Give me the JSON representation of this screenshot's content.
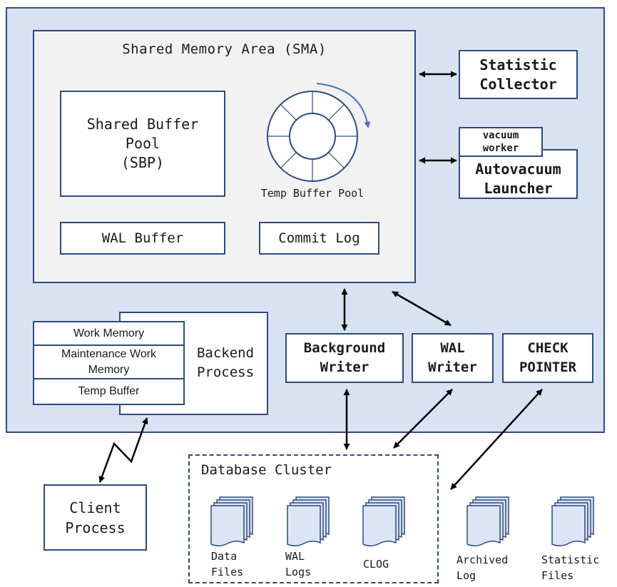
{
  "sma": {
    "title": "Shared Memory Area (SMA)",
    "sbp": "Shared Buffer\nPool\n(SBP)",
    "temp_buffer_pool": "Temp Buffer Pool",
    "wal_buffer": "WAL Buffer",
    "commit_log": "Commit Log"
  },
  "statistic_collector": "Statistic\nCollector",
  "vacuum_worker": "vacuum\nworker",
  "autovacuum_launcher": "Autovacuum\nLauncher",
  "backend": {
    "label": "Backend\nProcess",
    "work_memory": "Work Memory",
    "maintenance_work_memory": "Maintenance Work\nMemory",
    "temp_buffer": "Temp Buffer"
  },
  "background_writer": "Background\nWriter",
  "wal_writer": "WAL\nWriter",
  "checkpointer": "CHECK\nPOINTER",
  "client_process": "Client\nProcess",
  "database_cluster": {
    "title": "Database Cluster",
    "files": [
      "Data\nFiles",
      "WAL\nLogs",
      "CLOG"
    ]
  },
  "external_files": [
    "Archived\nLog",
    "Statistic\nFiles"
  ],
  "colors": {
    "outer_bg": "#d9e2f3",
    "border": "#2f4a80",
    "sma_bg": "#f2f2f2",
    "file_fill": "#dbe5f5",
    "arrow": "#000000",
    "rotation_arrow": "#4472c4"
  }
}
